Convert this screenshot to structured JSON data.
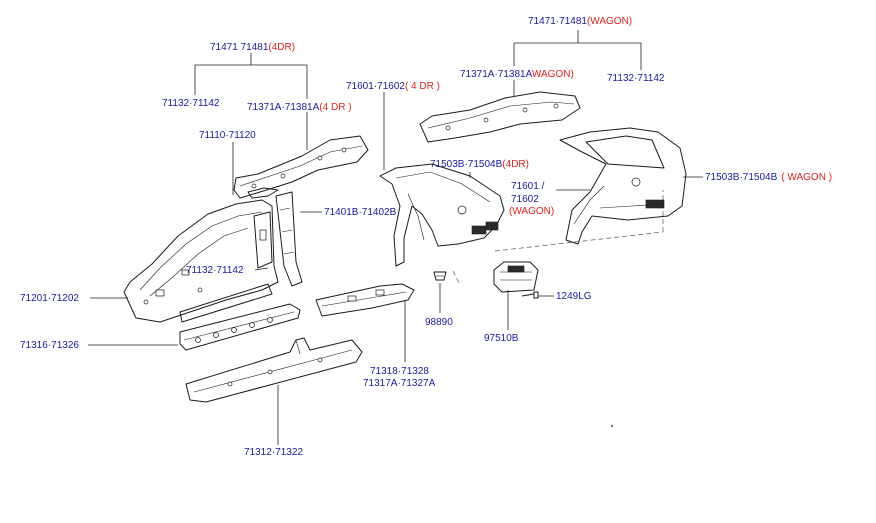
{
  "labels": {
    "top_right_group": {
      "part": "71471·71481",
      "variant": "(WAGON)"
    },
    "top_left_group": {
      "part": "71471 71481",
      "variant": "(4DR)"
    },
    "l_71132_left": "71132·71142",
    "l_71371_4dr": {
      "part": "71371A·71381A",
      "variant": "(4 DR )"
    },
    "l_71371_wagon": {
      "part": "71371A·71381A",
      "variant": "WAGON)"
    },
    "l_71132_right": "71132·71142",
    "l_71601_4dr": {
      "part": "71601·71602",
      "variant": "( 4 DR )"
    },
    "l_71110": "71110·71120",
    "l_71503_4dr": {
      "part": "71503B·71504B",
      "variant": "(4DR)"
    },
    "l_71601_wagon": {
      "line1": "71601 /",
      "line2": "71602",
      "variant": "(WAGON)"
    },
    "l_71503_wagon": {
      "part": "71503B·71504B",
      "variant": "( WAGON )"
    },
    "l_71401": "71401B·71402B",
    "l_71132_mid": "71132·71142",
    "l_71201": "71201·71202",
    "l_1249LG": "1249LG",
    "l_98890": "98890",
    "l_97510B": "97510B",
    "l_71316": "71316·71326",
    "l_71318": {
      "line1": "71318·71328",
      "line2": "71317A·71327A"
    },
    "l_71312": "71312·71322"
  }
}
